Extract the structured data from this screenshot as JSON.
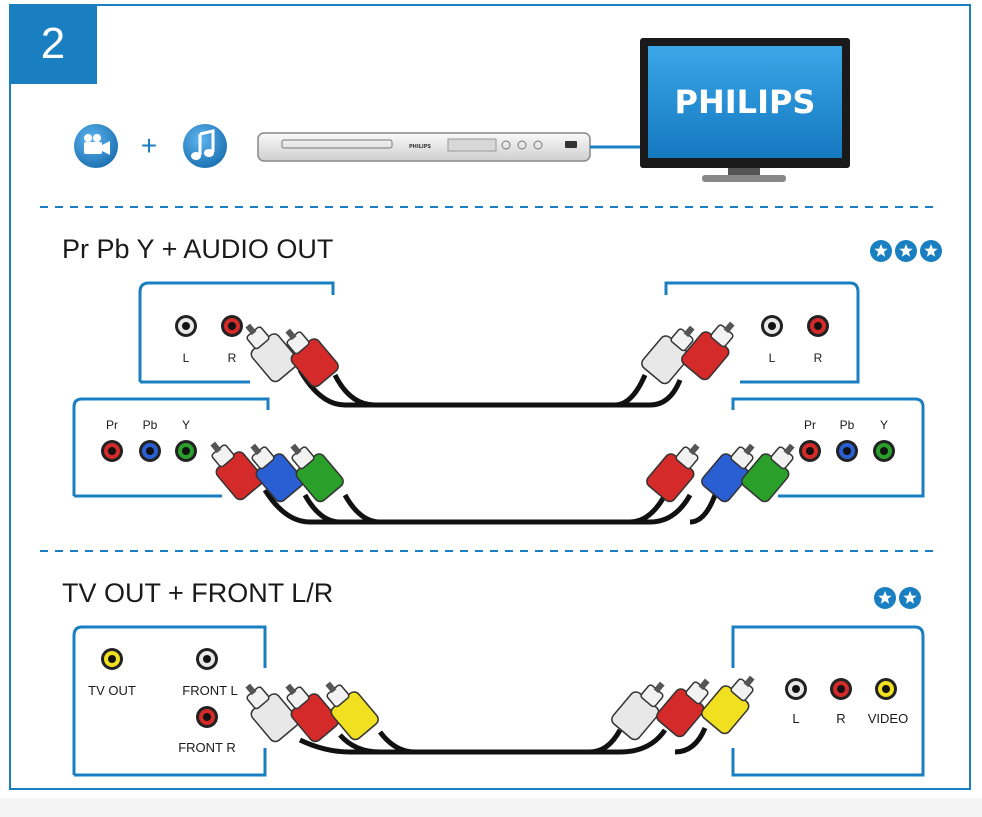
{
  "step_number": "2",
  "tv_brand": "PHILIPS",
  "player_brand": "PHILIPS",
  "plus_symbol": "+",
  "sections": [
    {
      "title": "Pr Pb Y + AUDIO OUT",
      "rating_stars": 3,
      "audio_labels": [
        "L",
        "R"
      ],
      "video_labels": [
        "Pr",
        "Pb",
        "Y"
      ]
    },
    {
      "title": "TV OUT + FRONT L/R",
      "rating_stars": 2,
      "player_labels": [
        "TV OUT",
        "FRONT L",
        "FRONT R"
      ],
      "tv_labels": [
        "L",
        "R",
        "VIDEO"
      ]
    }
  ],
  "colors": {
    "accent": "#1a7fc1",
    "cable_white": "#e8e8e8",
    "cable_red": "#d42a2a",
    "cable_blue": "#2a5fd4",
    "cable_green": "#2aa02a",
    "cable_yellow": "#f0e020"
  },
  "icons": [
    "video-camera-icon",
    "music-note-icon",
    "star-icon"
  ]
}
